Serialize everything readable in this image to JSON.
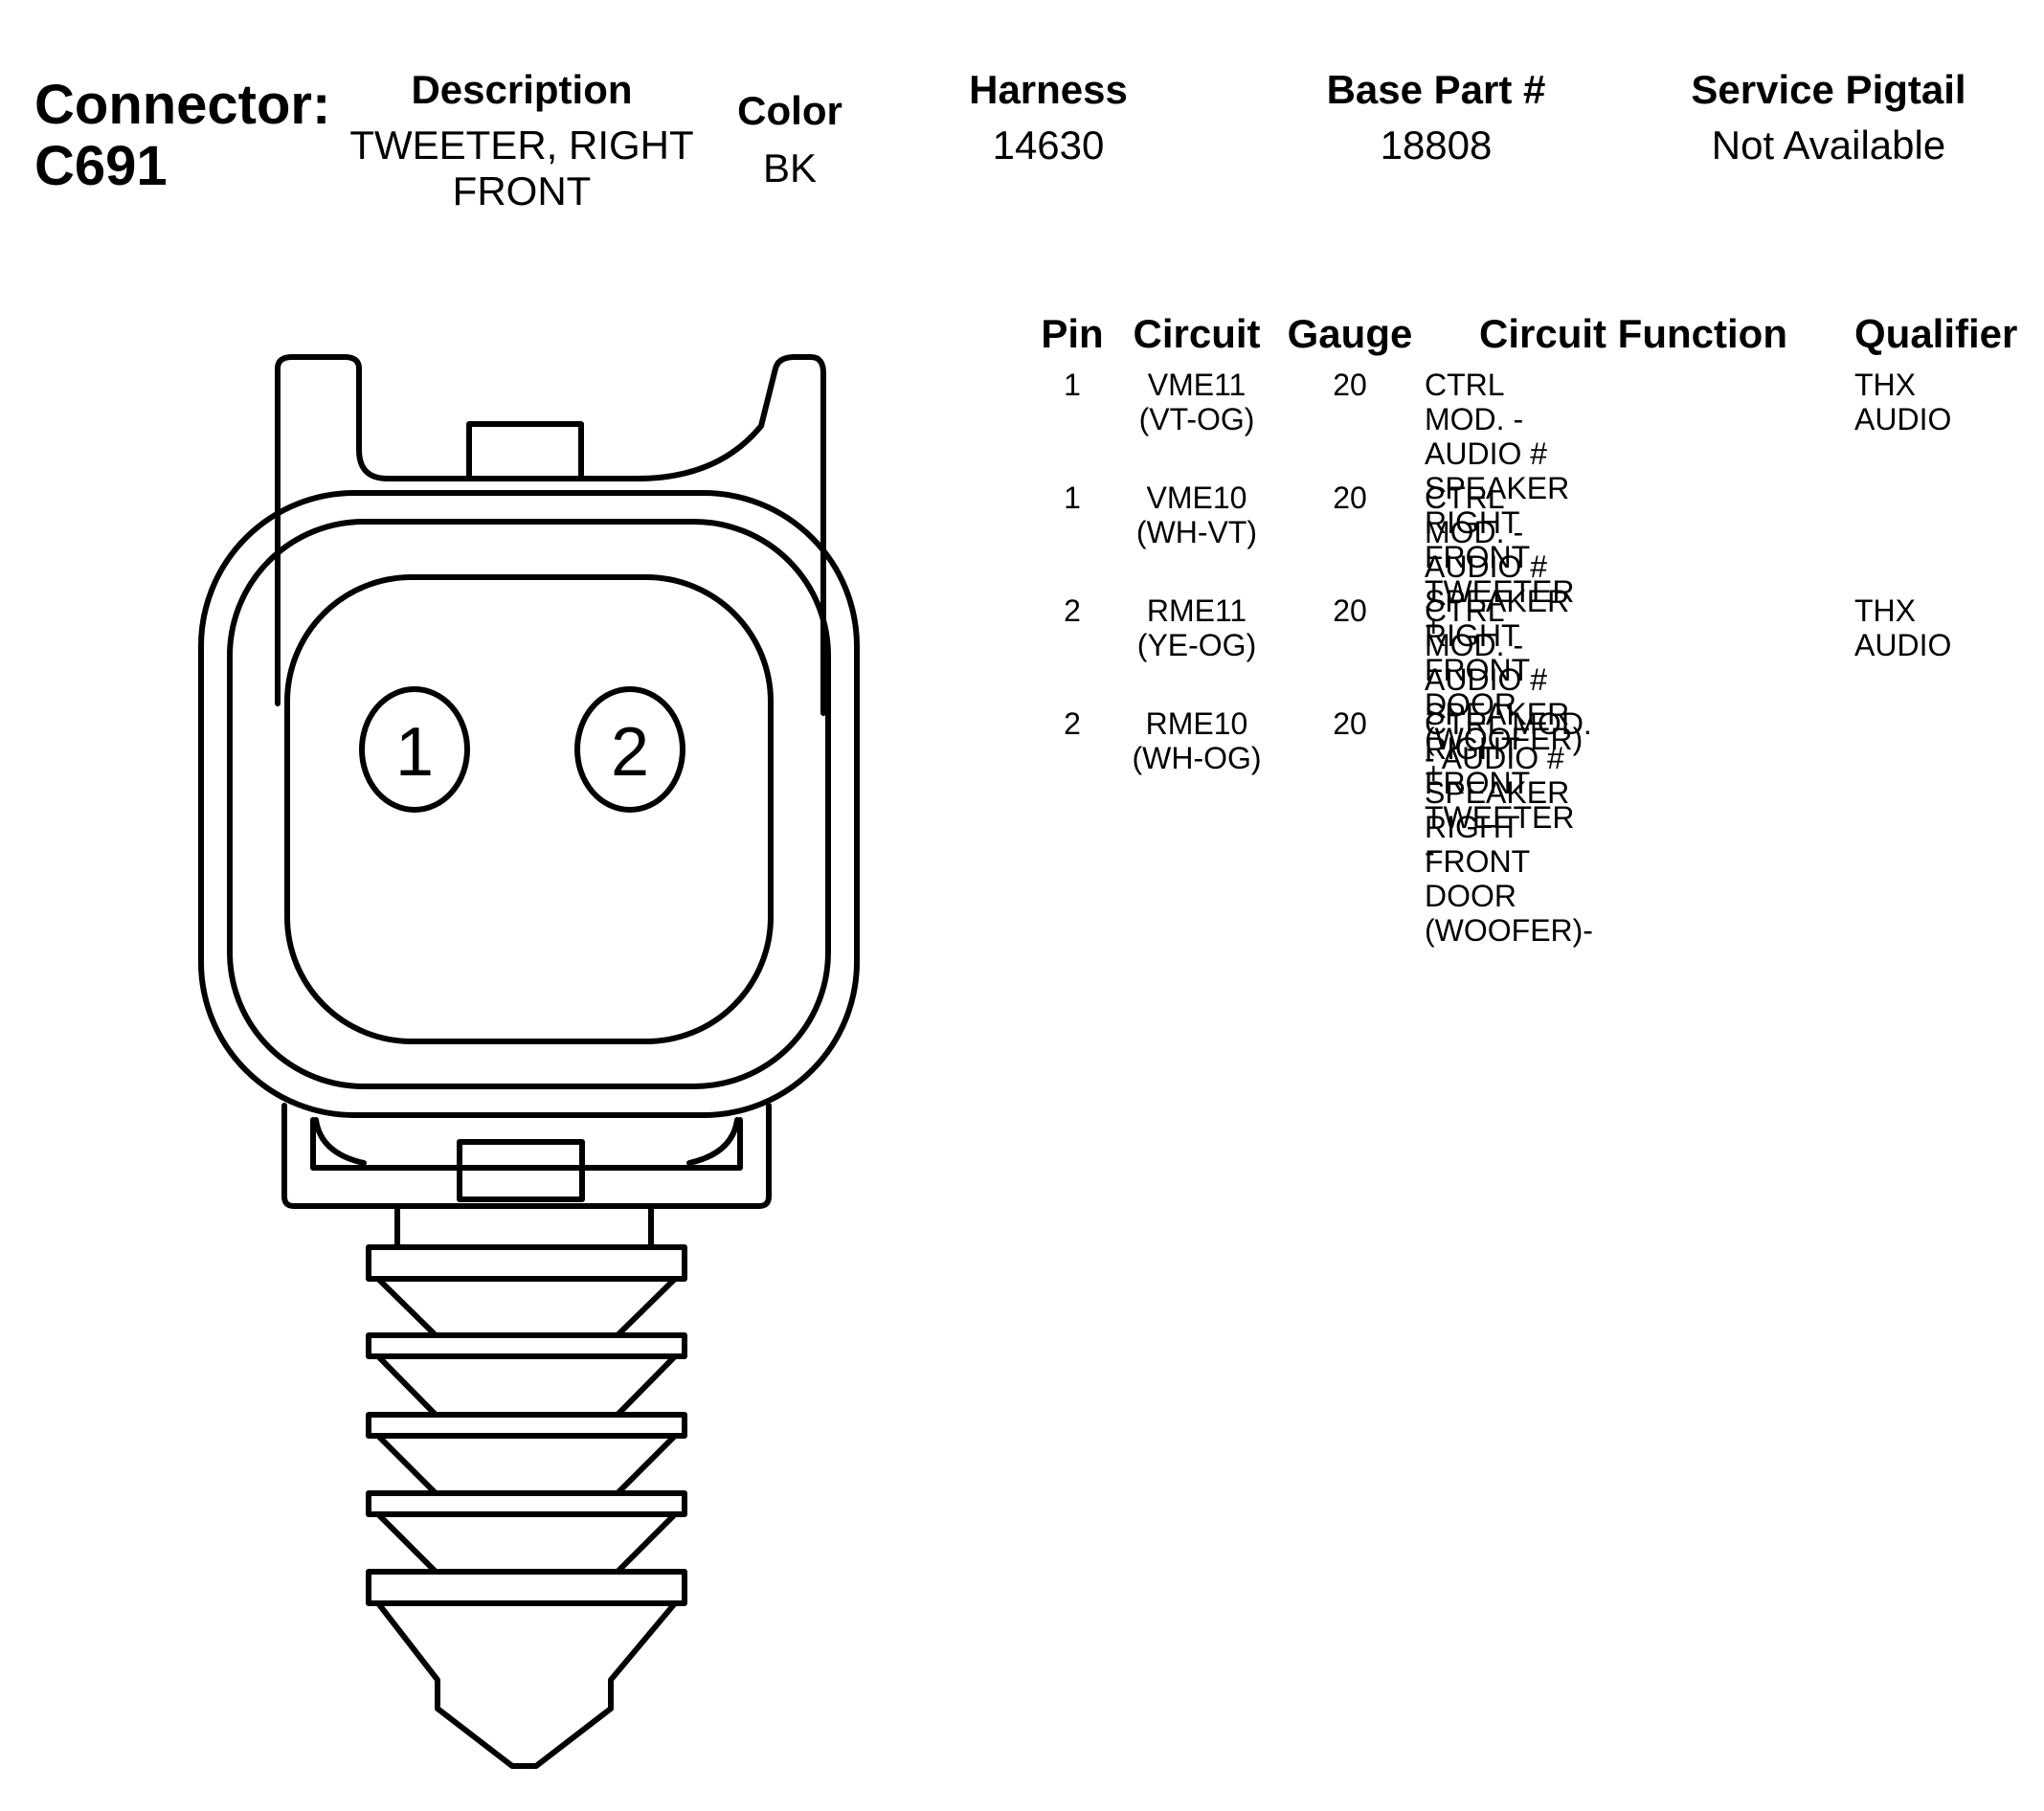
{
  "connector": {
    "label": "Connector:",
    "id": "C691"
  },
  "header": {
    "description_label": "Description",
    "description_value": "TWEETER, RIGHT FRONT",
    "color_label": "Color",
    "color_value": "BK",
    "harness_label": "Harness",
    "harness_value": "14630",
    "base_part_label": "Base Part #",
    "base_part_value": "18808",
    "service_pigtail_label": "Service Pigtail",
    "service_pigtail_value": "Not Available"
  },
  "table": {
    "columns": [
      "Pin",
      "Circuit",
      "Gauge",
      "Circuit Function",
      "Qualifier"
    ],
    "rows": [
      {
        "pin": "1",
        "circuit": "VME11\n(VT-OG)",
        "gauge": "20",
        "function": "CTRL MOD. - AUDIO #\nSPEAKER RIGHT FRONT\nTWEETER +",
        "qualifier": "THX\nAUDIO"
      },
      {
        "pin": "1",
        "circuit": "VME10\n(WH-VT)",
        "gauge": "20",
        "function": "CTRL MOD. - AUDIO #\nSPEAKER RIGHT FRONT\nDOOR (WOOFER) +",
        "qualifier": ""
      },
      {
        "pin": "2",
        "circuit": "RME11\n(YE-OG)",
        "gauge": "20",
        "function": "CTRL MOD. - AUDIO #\nSPEAKER RIGHT FRONT\nTWEETER -",
        "qualifier": "THX\nAUDIO"
      },
      {
        "pin": "2",
        "circuit": "RME10\n(WH-OG)",
        "gauge": "20",
        "function": "CTRL MOD. - AUDIO #\nSPEAKER RIGHT FRONT\nDOOR (WOOFER)-",
        "qualifier": ""
      }
    ]
  },
  "diagram": {
    "pin_labels": [
      "1",
      "2"
    ]
  }
}
